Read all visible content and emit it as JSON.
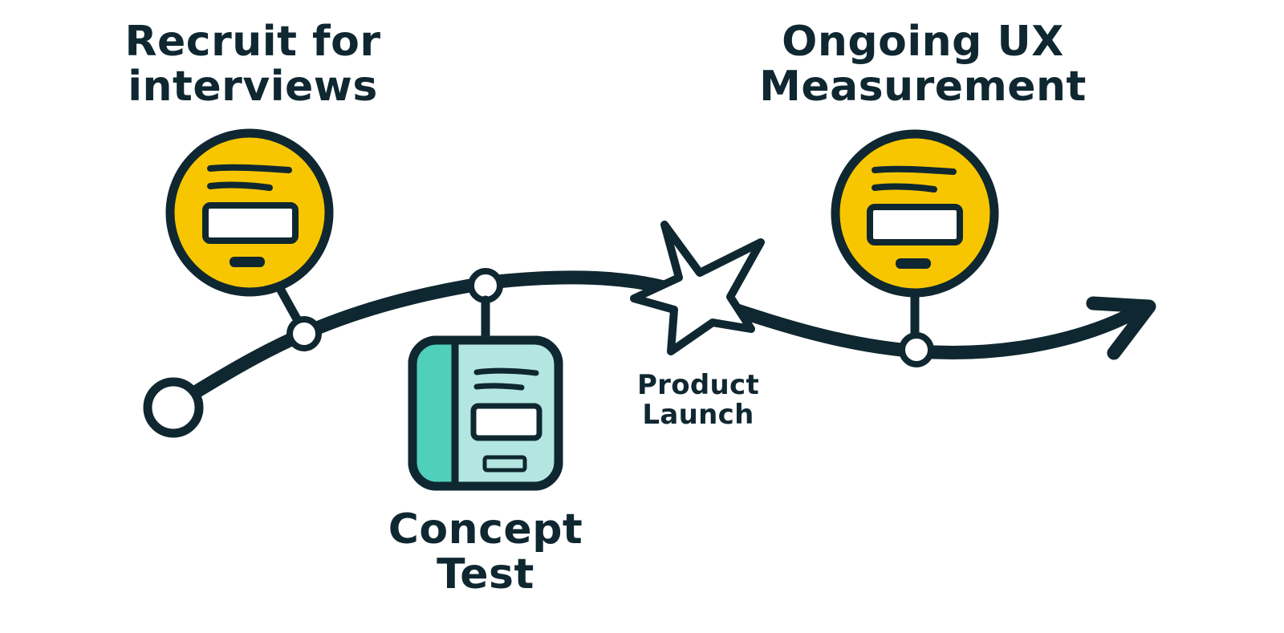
{
  "colors": {
    "ink": "#0f2730",
    "yellow": "#f7c600",
    "teal": "#4fcfbc",
    "teal_light": "#b3e6e0",
    "white": "#ffffff"
  },
  "milestones": {
    "recruit": {
      "line1": "Recruit for",
      "line2": "interviews",
      "icon": "survey-form-icon"
    },
    "concept": {
      "line1": "Concept",
      "line2": "Test",
      "icon": "survey-card-icon"
    },
    "launch": {
      "line1": "Product",
      "line2": "Launch",
      "icon": "star-icon"
    },
    "ongoing": {
      "line1": "Ongoing UX",
      "line2": "Measurement",
      "icon": "survey-form-icon"
    }
  }
}
